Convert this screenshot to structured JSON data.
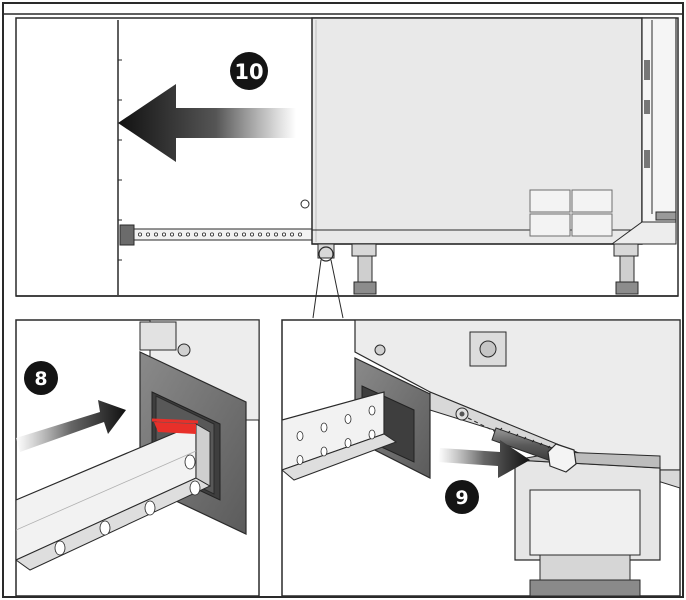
{
  "diagram": {
    "steps": [
      {
        "number": "10",
        "action": "push-cabinet-left"
      },
      {
        "number": "8",
        "action": "insert-bar-into-bracket"
      },
      {
        "number": "9",
        "action": "insert-bolt"
      }
    ],
    "colors": {
      "line": "#2a2a2a",
      "cabinet_fill": "#e9e9e9",
      "bracket_fill": "#6a6a6a",
      "bracket_dark": "#4a4a4a",
      "highlight_red": "#e8302a",
      "badge_fill": "#141414"
    }
  }
}
